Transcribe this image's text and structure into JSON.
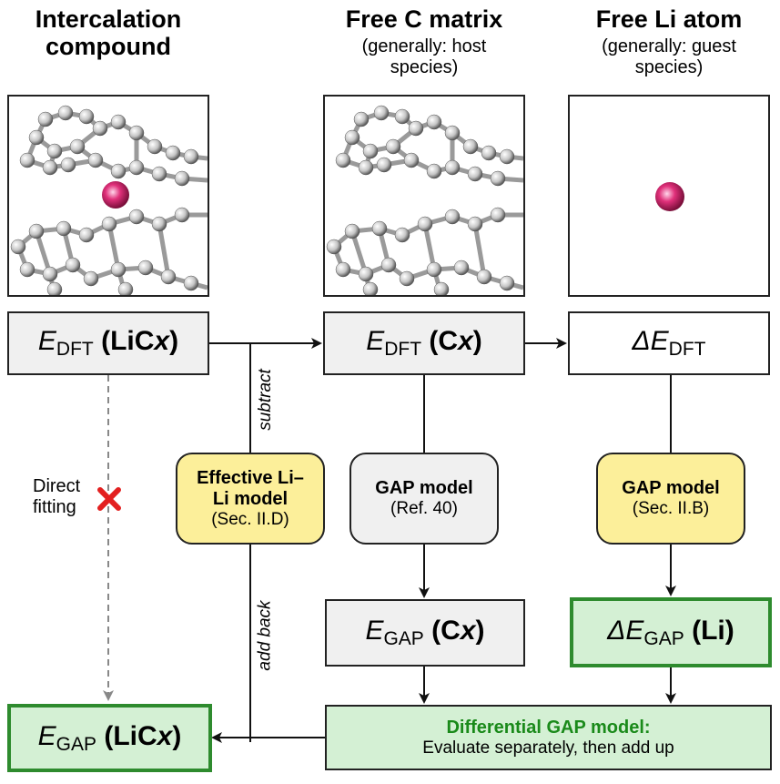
{
  "headers": [
    {
      "title": "Intercalation compound",
      "subtitle": ""
    },
    {
      "title": "Free C matrix",
      "subtitle": "(generally: host species)"
    },
    {
      "title": "Free Li atom",
      "subtitle": "(generally: guest species)"
    }
  ],
  "boxes": {
    "edft_lic": {
      "symbol": "E",
      "sub": "DFT",
      "arg": "LiCx"
    },
    "edft_c": {
      "symbol": "E",
      "sub": "DFT",
      "arg": "Cx"
    },
    "delta_edft": {
      "symbol": "ΔE",
      "sub": "DFT"
    },
    "egap_c": {
      "symbol": "E",
      "sub": "GAP",
      "arg": "Cx"
    },
    "delta_egap_li": {
      "symbol": "ΔE",
      "sub": "GAP",
      "arg": "Li"
    },
    "egap_lic": {
      "symbol": "E",
      "sub": "GAP",
      "arg": "LiCx"
    }
  },
  "models": {
    "effective": {
      "title": "Effective Li–Li model",
      "ref": "(Sec. II.D)"
    },
    "gap_ref": {
      "title": "GAP model",
      "ref": "(Ref. 40)"
    },
    "gap_sec": {
      "title": "GAP model",
      "ref": "(Sec. II.B)"
    },
    "differential": {
      "title": "Differential GAP model:",
      "desc": "Evaluate separately, then add up"
    }
  },
  "labels": {
    "subtract": "subtract",
    "add_back": "add back",
    "direct_fitting": "Direct fitting"
  },
  "colors": {
    "gap_green": "#1a8a1a",
    "green_fill": "#d4f0d4",
    "green_border": "#2e8b2e",
    "yellow_fill": "#fcef9a",
    "gray_fill": "#f0f0f0",
    "li_atom": "#d0206a",
    "carbon": "#bdbdbd"
  },
  "icons": {
    "cross": "red-cross-icon"
  }
}
